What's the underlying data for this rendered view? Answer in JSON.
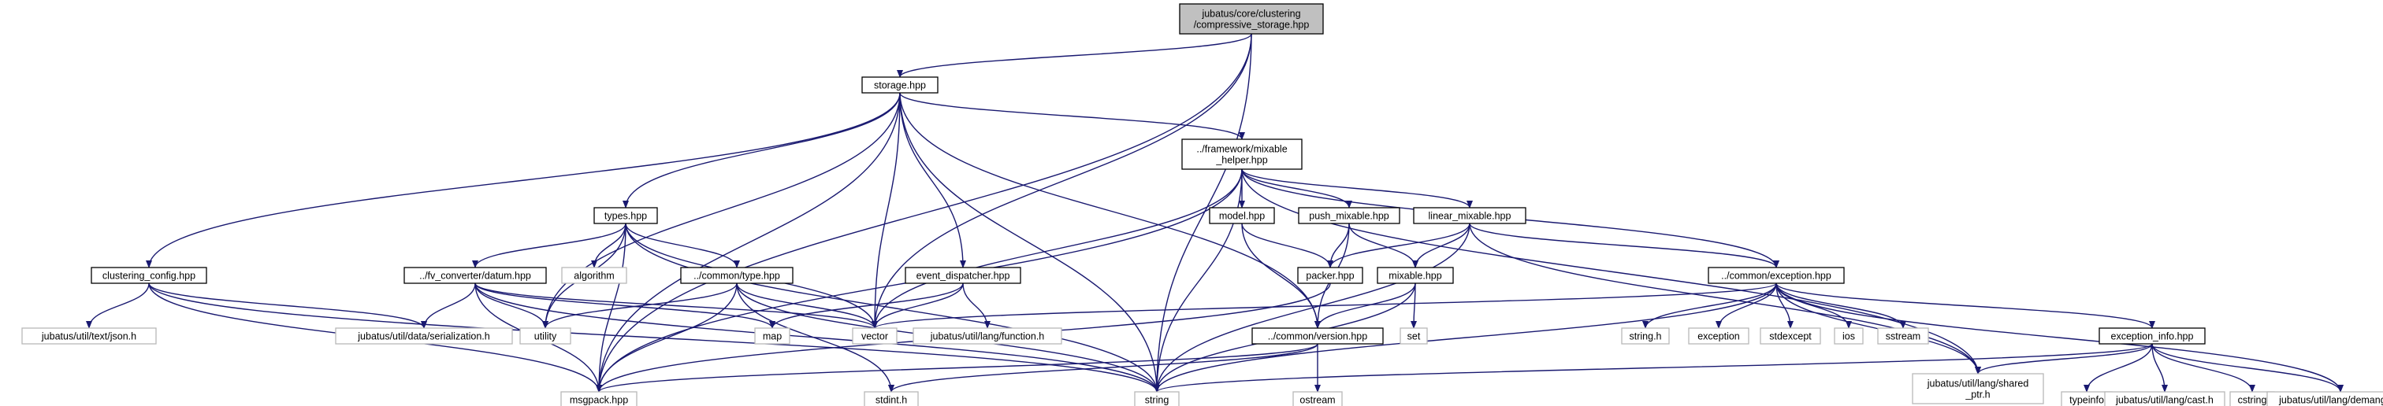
{
  "diagram": {
    "title": "",
    "nodes": [
      {
        "id": "root",
        "label": "jubatus/core/clustering\n/compressive_storage.hpp",
        "kind": "root"
      },
      {
        "id": "storage",
        "label": "storage.hpp",
        "kind": "local"
      },
      {
        "id": "mixhelper",
        "label": "../framework/mixable\n_helper.hpp",
        "kind": "local"
      },
      {
        "id": "types",
        "label": "types.hpp",
        "kind": "local"
      },
      {
        "id": "clconfig",
        "label": "clustering_config.hpp",
        "kind": "local"
      },
      {
        "id": "model",
        "label": "model.hpp",
        "kind": "local"
      },
      {
        "id": "pushmix",
        "label": "push_mixable.hpp",
        "kind": "local"
      },
      {
        "id": "linearmix",
        "label": "linear_mixable.hpp",
        "kind": "local"
      },
      {
        "id": "eventdisp",
        "label": "event_dispatcher.hpp",
        "kind": "local"
      },
      {
        "id": "datum",
        "label": "../fv_converter/datum.hpp",
        "kind": "local"
      },
      {
        "id": "commontype",
        "label": "../common/type.hpp",
        "kind": "local"
      },
      {
        "id": "packer",
        "label": "packer.hpp",
        "kind": "local"
      },
      {
        "id": "mixable",
        "label": "mixable.hpp",
        "kind": "local"
      },
      {
        "id": "exception",
        "label": "../common/exception.hpp",
        "kind": "local"
      },
      {
        "id": "version",
        "label": "../common/version.hpp",
        "kind": "local"
      },
      {
        "id": "excinfo",
        "label": "exception_info.hpp",
        "kind": "local"
      },
      {
        "id": "algorithm",
        "label": "algorithm",
        "kind": "ext"
      },
      {
        "id": "json",
        "label": "jubatus/util/text/json.h",
        "kind": "ext"
      },
      {
        "id": "serialization",
        "label": "jubatus/util/data/serialization.h",
        "kind": "ext"
      },
      {
        "id": "utility",
        "label": "utility",
        "kind": "ext"
      },
      {
        "id": "map",
        "label": "map",
        "kind": "ext"
      },
      {
        "id": "vector",
        "label": "vector",
        "kind": "ext"
      },
      {
        "id": "function",
        "label": "jubatus/util/lang/function.h",
        "kind": "ext"
      },
      {
        "id": "set",
        "label": "set",
        "kind": "ext"
      },
      {
        "id": "stringh",
        "label": "string.h",
        "kind": "ext"
      },
      {
        "id": "exc",
        "label": "exception",
        "kind": "ext"
      },
      {
        "id": "stdexcept",
        "label": "stdexcept",
        "kind": "ext"
      },
      {
        "id": "ios",
        "label": "ios",
        "kind": "ext"
      },
      {
        "id": "sstream",
        "label": "sstream",
        "kind": "ext"
      },
      {
        "id": "msgpack",
        "label": "msgpack.hpp",
        "kind": "ext"
      },
      {
        "id": "stdint",
        "label": "stdint.h",
        "kind": "ext"
      },
      {
        "id": "string",
        "label": "string",
        "kind": "ext"
      },
      {
        "id": "ostream",
        "label": "ostream",
        "kind": "ext"
      },
      {
        "id": "sharedptr",
        "label": "jubatus/util/lang/shared\n_ptr.h",
        "kind": "ext"
      },
      {
        "id": "typeinfo",
        "label": "typeinfo",
        "kind": "ext"
      },
      {
        "id": "cast",
        "label": "jubatus/util/lang/cast.h",
        "kind": "ext"
      },
      {
        "id": "cstring",
        "label": "cstring",
        "kind": "ext"
      },
      {
        "id": "demangle",
        "label": "jubatus/util/lang/demangle.h",
        "kind": "ext"
      }
    ],
    "edges": [
      [
        "root",
        "storage"
      ],
      [
        "root",
        "msgpack"
      ],
      [
        "root",
        "vector"
      ],
      [
        "root",
        "string"
      ],
      [
        "storage",
        "mixhelper"
      ],
      [
        "storage",
        "types"
      ],
      [
        "storage",
        "clconfig"
      ],
      [
        "storage",
        "eventdisp"
      ],
      [
        "storage",
        "msgpack"
      ],
      [
        "storage",
        "vector"
      ],
      [
        "storage",
        "string"
      ],
      [
        "storage",
        "utility"
      ],
      [
        "storage",
        "version"
      ],
      [
        "mixhelper",
        "model"
      ],
      [
        "mixhelper",
        "pushmix"
      ],
      [
        "mixhelper",
        "linearmix"
      ],
      [
        "mixhelper",
        "exception"
      ],
      [
        "mixhelper",
        "vector"
      ],
      [
        "mixhelper",
        "msgpack"
      ],
      [
        "mixhelper",
        "string"
      ],
      [
        "mixhelper",
        "sharedptr"
      ],
      [
        "types",
        "algorithm"
      ],
      [
        "types",
        "datum"
      ],
      [
        "types",
        "commontype"
      ],
      [
        "types",
        "vector"
      ],
      [
        "types",
        "msgpack"
      ],
      [
        "types",
        "utility"
      ],
      [
        "types",
        "string"
      ],
      [
        "clconfig",
        "json"
      ],
      [
        "clconfig",
        "serialization"
      ],
      [
        "clconfig",
        "msgpack"
      ],
      [
        "clconfig",
        "string"
      ],
      [
        "model",
        "packer"
      ],
      [
        "model",
        "version"
      ],
      [
        "pushmix",
        "packer"
      ],
      [
        "pushmix",
        "mixable"
      ],
      [
        "pushmix",
        "version"
      ],
      [
        "linearmix",
        "packer"
      ],
      [
        "linearmix",
        "mixable"
      ],
      [
        "linearmix",
        "exception"
      ],
      [
        "linearmix",
        "sharedptr"
      ],
      [
        "linearmix",
        "string"
      ],
      [
        "eventdisp",
        "map"
      ],
      [
        "eventdisp",
        "vector"
      ],
      [
        "eventdisp",
        "function"
      ],
      [
        "datum",
        "serialization"
      ],
      [
        "datum",
        "utility"
      ],
      [
        "datum",
        "map"
      ],
      [
        "datum",
        "vector"
      ],
      [
        "datum",
        "msgpack"
      ],
      [
        "datum",
        "string"
      ],
      [
        "commontype",
        "utility"
      ],
      [
        "commontype",
        "vector"
      ],
      [
        "commontype",
        "stdint"
      ],
      [
        "commontype",
        "string"
      ],
      [
        "commontype",
        "msgpack"
      ],
      [
        "packer",
        "msgpack"
      ],
      [
        "mixable",
        "set"
      ],
      [
        "mixable",
        "version"
      ],
      [
        "mixable",
        "string"
      ],
      [
        "exception",
        "vector"
      ],
      [
        "exception",
        "stringh"
      ],
      [
        "exception",
        "exc"
      ],
      [
        "exception",
        "stdexcept"
      ],
      [
        "exception",
        "ios"
      ],
      [
        "exception",
        "sstream"
      ],
      [
        "exception",
        "sharedptr"
      ],
      [
        "exception",
        "excinfo"
      ],
      [
        "exception",
        "demangle"
      ],
      [
        "exception",
        "string"
      ],
      [
        "version",
        "msgpack"
      ],
      [
        "version",
        "stdint"
      ],
      [
        "version",
        "ostream"
      ],
      [
        "excinfo",
        "string"
      ],
      [
        "excinfo",
        "sharedptr"
      ],
      [
        "excinfo",
        "typeinfo"
      ],
      [
        "excinfo",
        "cast"
      ],
      [
        "excinfo",
        "cstring"
      ],
      [
        "excinfo",
        "demangle"
      ]
    ]
  }
}
